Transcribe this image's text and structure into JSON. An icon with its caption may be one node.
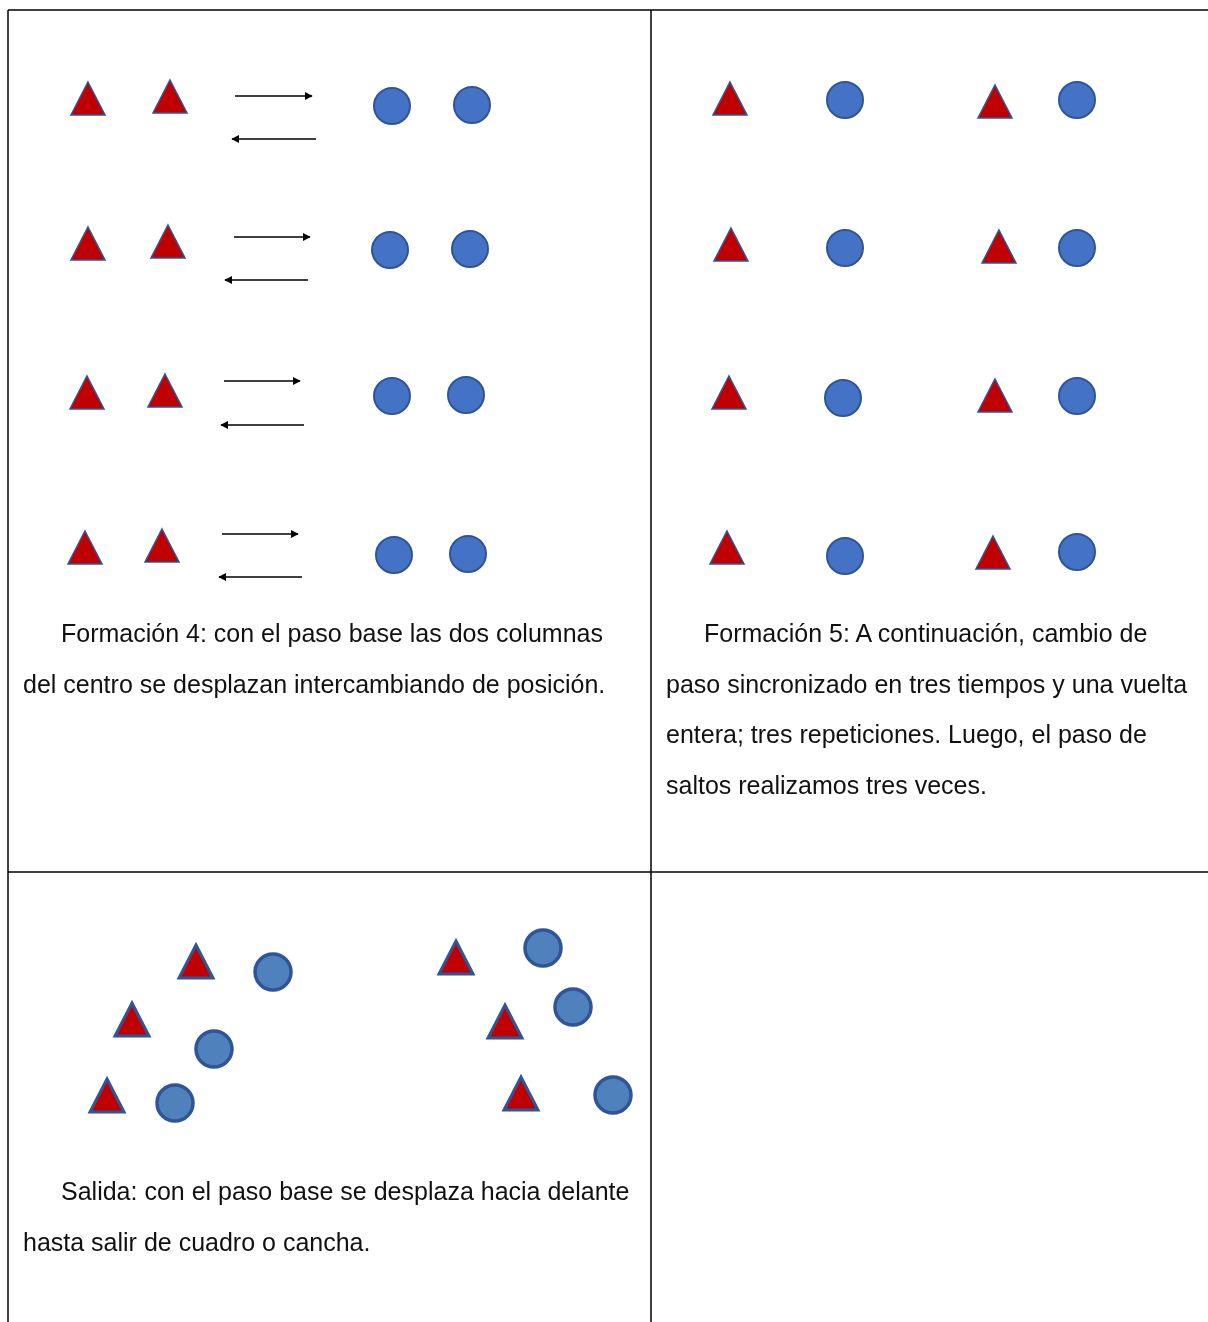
{
  "diagram": {
    "labels": [
      "Formación 4: con el paso base las dos columnas del centro se desplazan intercambiando de posición.",
      "Formación 5: A continuación, cambio de paso sincronizado en tres tiempos y una vuelta entera; tres repeticiones. Luego, el paso de saltos realizamos tres veces.",
      "Salida: con el paso base se desplaza hacia delante hasta salir de cuadro o cancha."
    ]
  }
}
